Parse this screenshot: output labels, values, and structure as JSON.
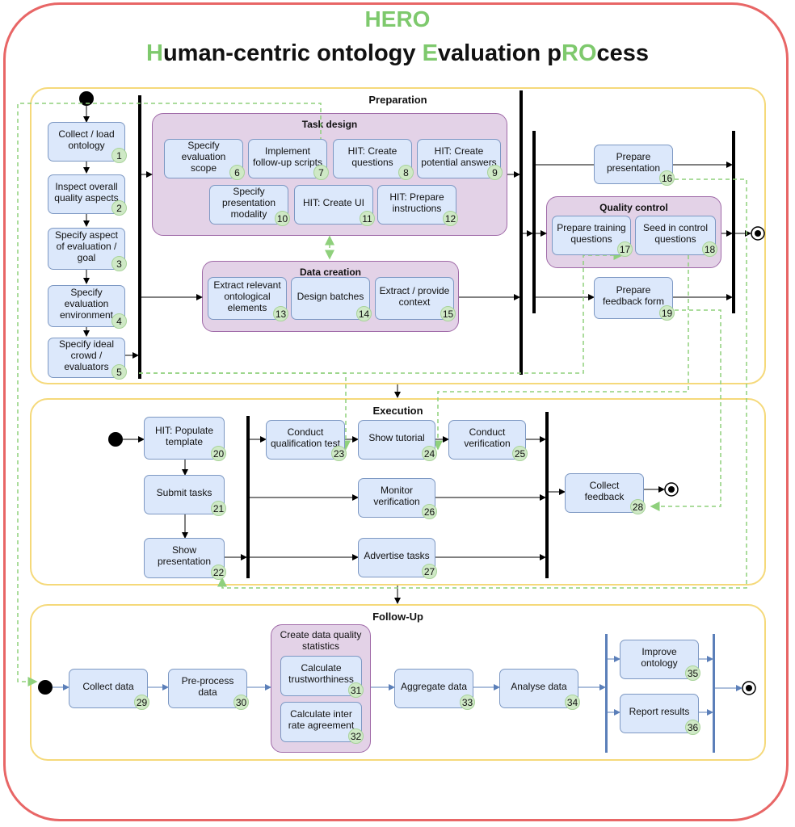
{
  "header": {
    "title": "HERO",
    "subtitle_parts": [
      {
        "text": "H",
        "hl": true
      },
      {
        "text": "uman-centric ontology ",
        "hl": false
      },
      {
        "text": "E",
        "hl": true
      },
      {
        "text": "valuation p",
        "hl": false
      },
      {
        "text": "RO",
        "hl": true
      },
      {
        "text": "cess",
        "hl": false
      }
    ]
  },
  "phases": {
    "preparation": "Preparation",
    "execution": "Execution",
    "followup": "Follow-Up"
  },
  "groups": {
    "task_design": "Task design",
    "data_creation": "Data creation",
    "quality_control": "Quality control",
    "data_quality": "Create data quality statistics"
  },
  "tasks": {
    "t1": {
      "label": "Collect / load ontology",
      "num": "1"
    },
    "t2": {
      "label": "Inspect overall quality aspects",
      "num": "2"
    },
    "t3": {
      "label": "Specify aspect of evaluation / goal",
      "num": "3"
    },
    "t4": {
      "label": "Specify evaluation environment",
      "num": "4"
    },
    "t5": {
      "label": "Specify ideal crowd / evaluators",
      "num": "5"
    },
    "t6": {
      "label": "Specify evaluation scope",
      "num": "6"
    },
    "t7": {
      "label": "Implement follow-up scripts",
      "num": "7"
    },
    "t8": {
      "label": "HIT: Create questions",
      "num": "8"
    },
    "t9": {
      "label": "HIT: Create potential answers",
      "num": "9"
    },
    "t10": {
      "label": "Specify presentation modality",
      "num": "10"
    },
    "t11": {
      "label": "HIT: Create UI",
      "num": "11"
    },
    "t12": {
      "label": "HIT: Prepare instructions",
      "num": "12"
    },
    "t13": {
      "label": "Extract relevant ontological elements",
      "num": "13"
    },
    "t14": {
      "label": "Design batches",
      "num": "14"
    },
    "t15": {
      "label": "Extract / provide context",
      "num": "15"
    },
    "t16": {
      "label": "Prepare presentation",
      "num": "16"
    },
    "t17": {
      "label": "Prepare training questions",
      "num": "17"
    },
    "t18": {
      "label": "Seed in control questions",
      "num": "18"
    },
    "t19": {
      "label": "Prepare feedback form",
      "num": "19"
    },
    "t20": {
      "label": "HIT: Populate template",
      "num": "20"
    },
    "t21": {
      "label": "Submit tasks",
      "num": "21"
    },
    "t22": {
      "label": "Show presentation",
      "num": "22"
    },
    "t23": {
      "label": "Conduct qualification test",
      "num": "23"
    },
    "t24": {
      "label": "Show tutorial",
      "num": "24"
    },
    "t25": {
      "label": "Conduct verification",
      "num": "25"
    },
    "t26": {
      "label": "Monitor verification",
      "num": "26"
    },
    "t27": {
      "label": "Advertise tasks",
      "num": "27"
    },
    "t28": {
      "label": "Collect feedback",
      "num": "28"
    },
    "t29": {
      "label": "Collect data",
      "num": "29"
    },
    "t30": {
      "label": "Pre-process data",
      "num": "30"
    },
    "t31": {
      "label": "Calculate trustworthiness",
      "num": "31"
    },
    "t32": {
      "label": "Calculate inter rate agreement",
      "num": "32"
    },
    "t33": {
      "label": "Aggregate data",
      "num": "33"
    },
    "t34": {
      "label": "Analyse data",
      "num": "34"
    },
    "t35": {
      "label": "Improve ontology",
      "num": "35"
    },
    "t36": {
      "label": "Report results",
      "num": "36"
    }
  },
  "colors": {
    "outer_border": "#e86666",
    "highlight_green": "#7ec96d",
    "phase_border": "#f5d97a",
    "group_fill": "#e3d2e7",
    "task_fill": "#dce8fb",
    "number_badge": "#cfe9c6",
    "dashed_link": "#8fd07c",
    "followup_flow": "#5b7fb9"
  }
}
